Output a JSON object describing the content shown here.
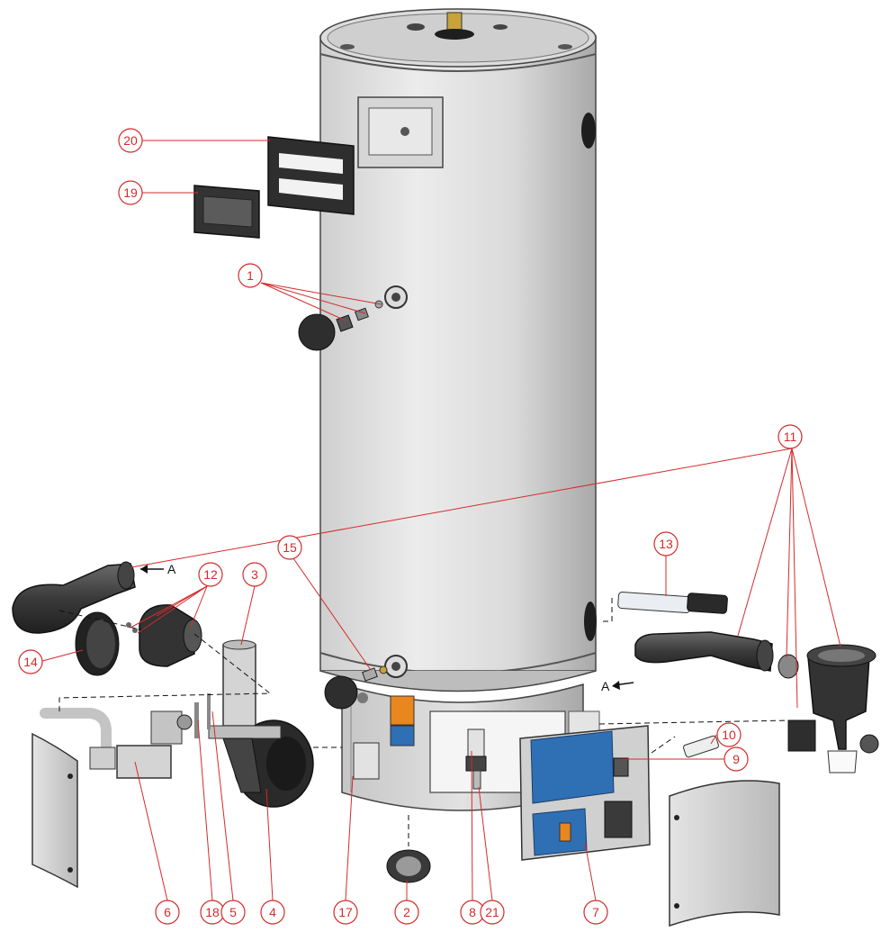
{
  "colors": {
    "callout": "#d52b2b",
    "tank_light": "#e6e6e6",
    "tank_mid": "#c9c9c9",
    "tank_dark": "#9a9a9a",
    "metal": "#b8b8b8",
    "dark_part": "#3a3a3a",
    "black_part": "#1e1e1e",
    "board": "#2f6fb3",
    "orange": "#e8871e",
    "brass": "#c9a23a"
  },
  "callouts": [
    {
      "id": "c1",
      "label": "1"
    },
    {
      "id": "c2",
      "label": "2"
    },
    {
      "id": "c3",
      "label": "3"
    },
    {
      "id": "c4",
      "label": "4"
    },
    {
      "id": "c5",
      "label": "5"
    },
    {
      "id": "c6",
      "label": "6"
    },
    {
      "id": "c7",
      "label": "7"
    },
    {
      "id": "c8",
      "label": "8"
    },
    {
      "id": "c9",
      "label": "9"
    },
    {
      "id": "c10",
      "label": "10"
    },
    {
      "id": "c11",
      "label": "11"
    },
    {
      "id": "c12",
      "label": "12"
    },
    {
      "id": "c13",
      "label": "13"
    },
    {
      "id": "c14",
      "label": "14"
    },
    {
      "id": "c15",
      "label": "15"
    },
    {
      "id": "c17",
      "label": "17"
    },
    {
      "id": "c18",
      "label": "18"
    },
    {
      "id": "c19",
      "label": "19"
    },
    {
      "id": "c20",
      "label": "20"
    },
    {
      "id": "c21",
      "label": "21"
    }
  ],
  "arrow_labels": {
    "left": "A",
    "right": "A"
  }
}
